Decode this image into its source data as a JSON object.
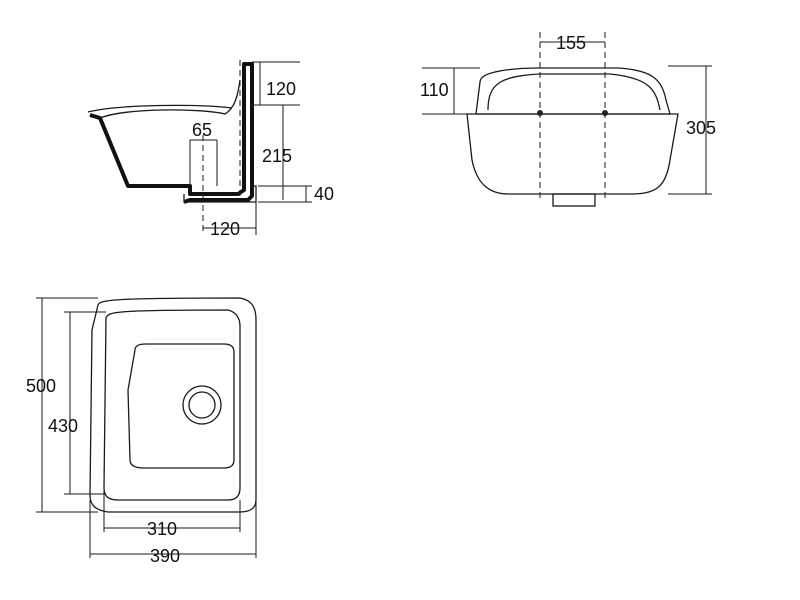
{
  "side_view": {
    "dim_rear_height": "120",
    "dim_waste_width": "65",
    "dim_outlet_height": "215",
    "dim_base": "40",
    "dim_outlet_offset": "120"
  },
  "front_view": {
    "dim_fixing_spacing": "155",
    "dim_fixing_height": "110",
    "dim_total_height": "305"
  },
  "top_view": {
    "dim_depth": "500",
    "dim_inner_depth": "430",
    "dim_inner_width": "310",
    "dim_width": "390"
  }
}
